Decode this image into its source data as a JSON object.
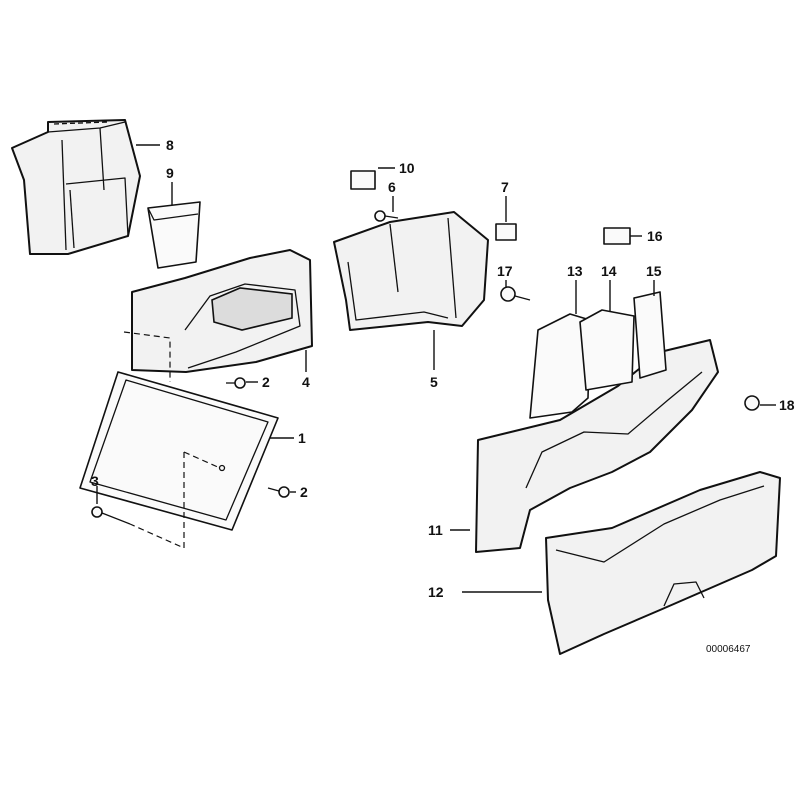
{
  "diagram": {
    "reference_number": "00006467",
    "callouts": [
      "1",
      "2",
      "2",
      "3",
      "4",
      "5",
      "6",
      "7",
      "8",
      "9",
      "10",
      "11",
      "12",
      "13",
      "14",
      "15",
      "16",
      "17",
      "18"
    ]
  }
}
